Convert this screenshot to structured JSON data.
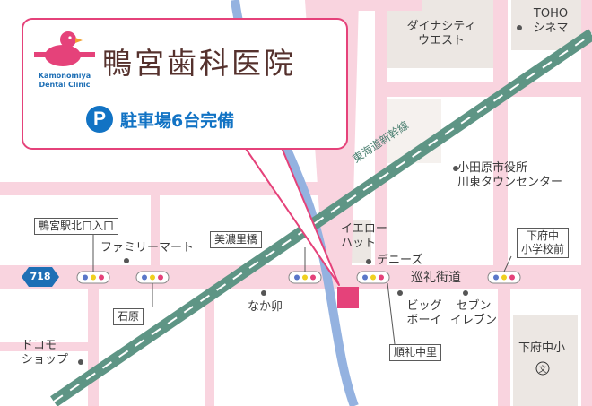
{
  "clinic": {
    "name": "鴨宮歯科医院",
    "name_en_line1": "Kamonomiya",
    "name_en_line2": "Dental Clinic",
    "parking_symbol": "P",
    "parking_text": "駐車場6台完備"
  },
  "route_number": "718",
  "labels": {
    "dyna_city": "ダイナシティ",
    "dyna_city2": "ウエスト",
    "toho": "TOHO",
    "toho2": "シネマ",
    "tokaido_line": "東海道新幹線",
    "city_hall": "小田原市役所",
    "city_hall2": "川東タウンセンター",
    "yellow_hat": "イエロー",
    "yellow_hat2": "ハット",
    "dennys": "デニーズ",
    "junrei_street": "巡礼街道",
    "family_mart": "ファミリーマート",
    "naka_u": "なか卯",
    "big_boy": "ビッグ",
    "big_boy2": "ボーイ",
    "seven_eleven": "セブン",
    "seven_eleven2": "イレブン",
    "docomo": "ドコモ",
    "docomo2": "ショップ",
    "shimofunaka_elem": "下府中小"
  },
  "intersections": {
    "kamonomiya_north": "鴨宮駅北口入口",
    "mino_satohashi": "美濃里橋",
    "shimofunaka_school": "下府中",
    "shimofunaka_school2": "小学校前",
    "ishihara": "石原",
    "junrei_nakazato": "順礼中里"
  },
  "colors": {
    "road": "#f9d4df",
    "railway": "#5e9585",
    "river": "#94b2e0",
    "accent": "#e5427a",
    "clinic_marker": "#e5427a",
    "building": "#ece7e3",
    "parking_blue": "#1273c4"
  }
}
